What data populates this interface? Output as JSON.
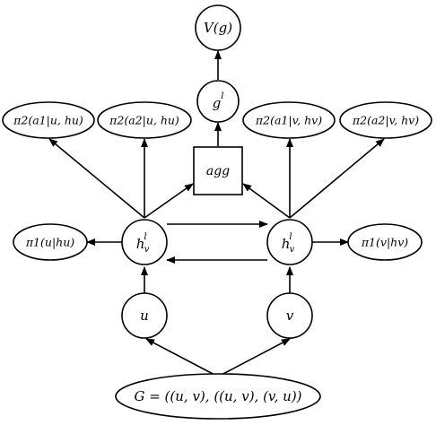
{
  "nodes": {
    "value": "V(g)",
    "graph_embedding": "g",
    "graph_embedding_sup": "l",
    "pi2_a1_u": "π2(a1|u, hu)",
    "pi2_a2_u": "π2(a2|u, hu)",
    "aggregator": "agg",
    "pi2_a1_v": "π2(a1|v, hv)",
    "pi2_a2_v": "π2(a2|v, hv)",
    "pi1_u": "π1(u|hu)",
    "hidden_u": "h",
    "hidden_u_sup": "l",
    "hidden_u_sub": "v",
    "hidden_v": "h",
    "hidden_v_sup": "l",
    "hidden_v_sub": "v",
    "pi1_v": "π1(v|hv)",
    "node_u": "u",
    "node_v": "v",
    "graph": "G = ((u, v), ((u, v), (v, u))"
  }
}
